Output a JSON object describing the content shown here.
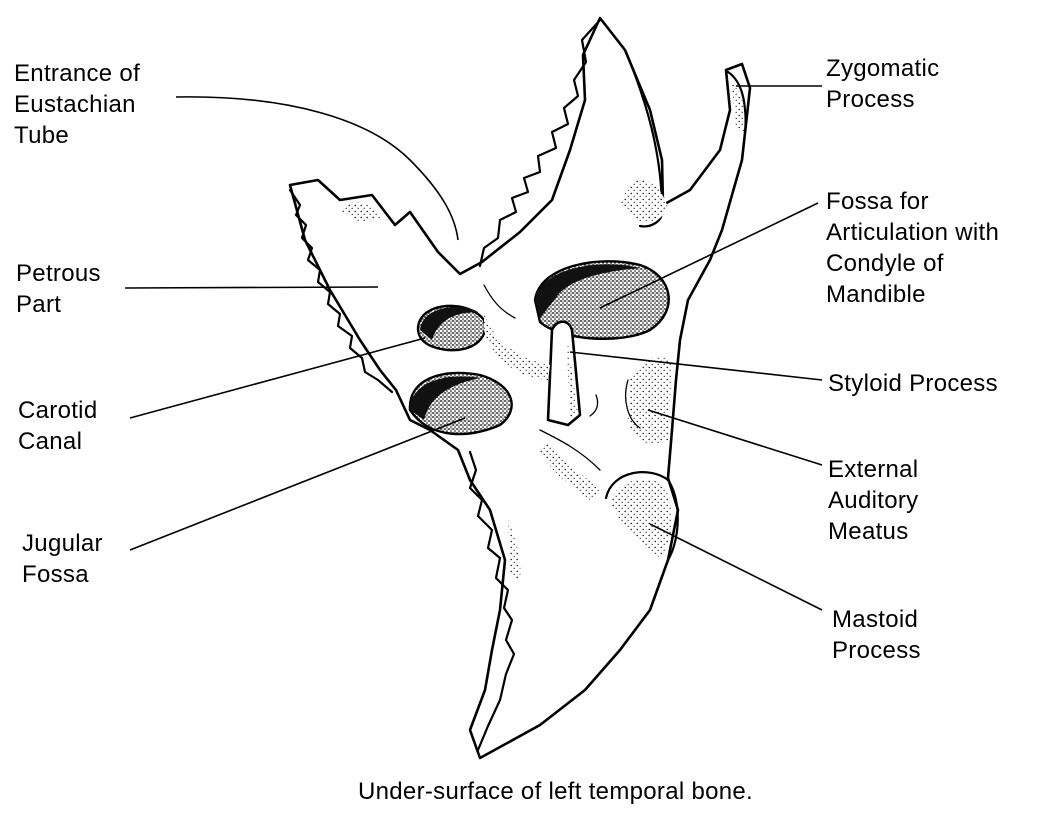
{
  "caption": "Under-surface of left temporal bone.",
  "labels": {
    "eustachian": "Entrance of\nEustachian\nTube",
    "petrous": "Petrous\nPart",
    "carotid": "Carotid\nCanal",
    "jugular": "Jugular\nFossa",
    "zygomatic": "Zygomatic\nProcess",
    "fossa_mandible": "Fossa for\nArticulation with\nCondyle of\nMandible",
    "styloid": "Styloid Process",
    "auditory": "External\nAuditory\nMeatus",
    "mastoid": "Mastoid\nProcess"
  },
  "colors": {
    "ink": "#000000",
    "paper": "#ffffff"
  }
}
